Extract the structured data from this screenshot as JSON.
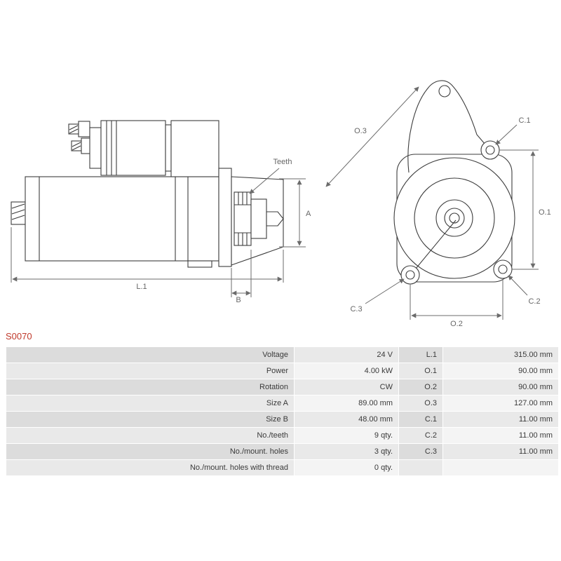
{
  "product": {
    "code": "S0070"
  },
  "colors": {
    "product_code": "#c0392b",
    "drawing_line": "#3c3c3c",
    "dimension_line": "#6b6b6b",
    "table_label_bg_dark": "#dcdcdc",
    "table_value_bg_dark": "#e9e9e9",
    "table_label_bg_light": "#e9e9e9",
    "table_value_bg_light": "#f4f4f4"
  },
  "diagram": {
    "side_view": {
      "teeth_label": "Teeth",
      "a_label": "A",
      "b_label": "B",
      "l1_label": "L.1"
    },
    "front_view": {
      "o1_label": "O.1",
      "o2_label": "O.2",
      "o3_label": "O.3",
      "c1_label": "C.1",
      "c2_label": "C.2",
      "c3_label": "C.3"
    }
  },
  "spec_table": {
    "rows": [
      {
        "label": "Voltage",
        "value": "24 V",
        "label2": "L.1",
        "value2": "315.00 mm"
      },
      {
        "label": "Power",
        "value": "4.00 kW",
        "label2": "O.1",
        "value2": "90.00 mm"
      },
      {
        "label": "Rotation",
        "value": "CW",
        "label2": "O.2",
        "value2": "90.00 mm"
      },
      {
        "label": "Size A",
        "value": "89.00 mm",
        "label2": "O.3",
        "value2": "127.00 mm"
      },
      {
        "label": "Size B",
        "value": "48.00 mm",
        "label2": "C.1",
        "value2": "11.00 mm"
      },
      {
        "label": "No./teeth",
        "value": "9 qty.",
        "label2": "C.2",
        "value2": "11.00 mm"
      },
      {
        "label": "No./mount. holes",
        "value": "3 qty.",
        "label2": "C.3",
        "value2": "11.00 mm"
      },
      {
        "label": "No./mount. holes with thread",
        "value": "0 qty.",
        "label2": "",
        "value2": ""
      }
    ]
  }
}
